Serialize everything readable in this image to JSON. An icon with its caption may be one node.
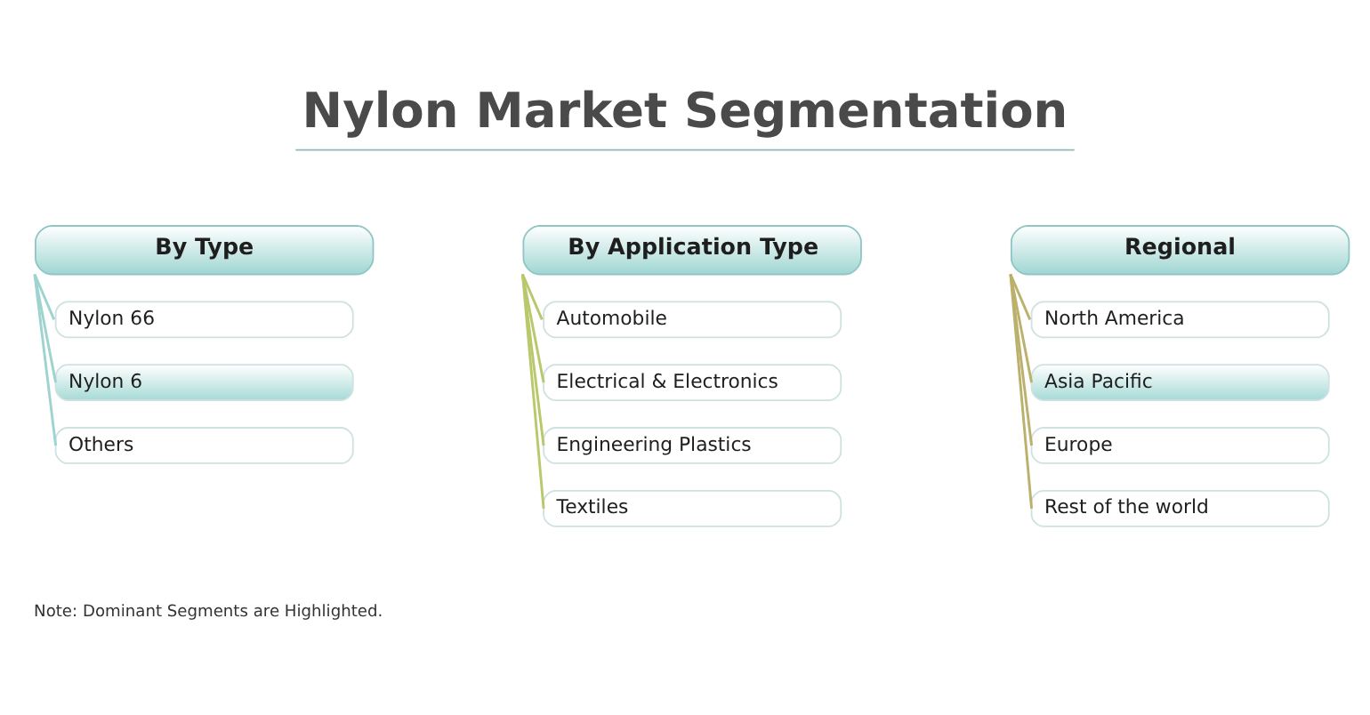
{
  "diagram": {
    "title": "Nylon Market Segmentation",
    "nodes": [
      {
        "text": [
          "By Type"
        ]
      },
      {
        "text": [
          "Nylon 66"
        ]
      },
      {
        "text": [
          "Nylon 6"
        ]
      },
      {
        "text": [
          "Others"
        ]
      },
      {
        "text": [
          "By Application Type"
        ]
      },
      {
        "text": [
          "Automobile"
        ]
      },
      {
        "text": [
          "Electrical & Electronics"
        ]
      },
      {
        "text": [
          "Engineering Plastics"
        ]
      },
      {
        "text": [
          "Textiles"
        ]
      },
      {
        "text": [
          "Regional"
        ]
      },
      {
        "text": [
          "North America"
        ]
      },
      {
        "text": [
          "Asia Pacific"
        ]
      },
      {
        "text": [
          "Europe"
        ]
      },
      {
        "text": [
          "Rest of the world"
        ]
      }
    ],
    "edges": [
      {
        "from": 0,
        "to": 1,
        "arrow": "none",
        "color": "#9fd3cf"
      },
      {
        "from": 0,
        "to": 2,
        "arrow": "none",
        "color": "#9fd3cf"
      },
      {
        "from": 0,
        "to": 3,
        "arrow": "none",
        "color": "#9fd3cf"
      },
      {
        "from": 4,
        "to": 5,
        "arrow": "none",
        "color": "#b9c86a"
      },
      {
        "from": 4,
        "to": 6,
        "arrow": "none",
        "color": "#b9c86a"
      },
      {
        "from": 4,
        "to": 7,
        "arrow": "none",
        "color": "#b9c86a"
      },
      {
        "from": 4,
        "to": 8,
        "arrow": "none",
        "color": "#b9c86a"
      },
      {
        "from": 9,
        "to": 10,
        "arrow": "none",
        "color": "#bbb06c"
      },
      {
        "from": 9,
        "to": 11,
        "arrow": "none",
        "color": "#bbb06c"
      },
      {
        "from": 9,
        "to": 12,
        "arrow": "none",
        "color": "#bbb06c"
      },
      {
        "from": 9,
        "to": 13,
        "arrow": "none",
        "color": "#bbb06c"
      }
    ],
    "labels": [
      "Note: Dominant Segments are Highlighted."
    ]
  }
}
